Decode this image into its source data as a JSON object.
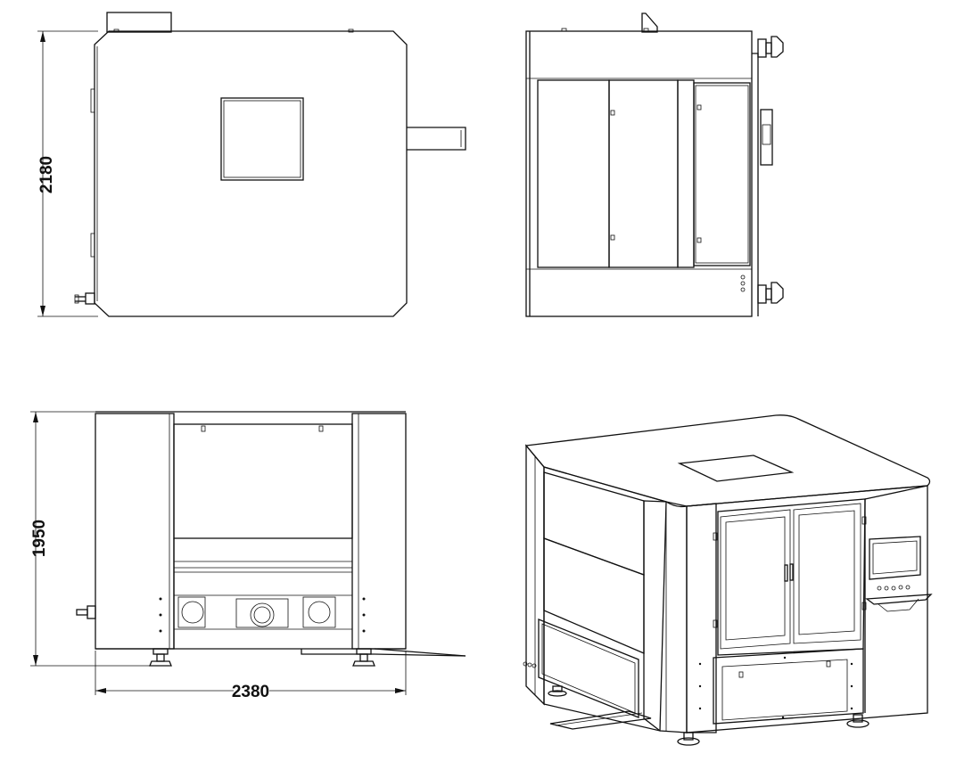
{
  "dimensions": {
    "top_view_depth": "2180",
    "front_view_height": "1950",
    "front_view_width": "2380"
  }
}
